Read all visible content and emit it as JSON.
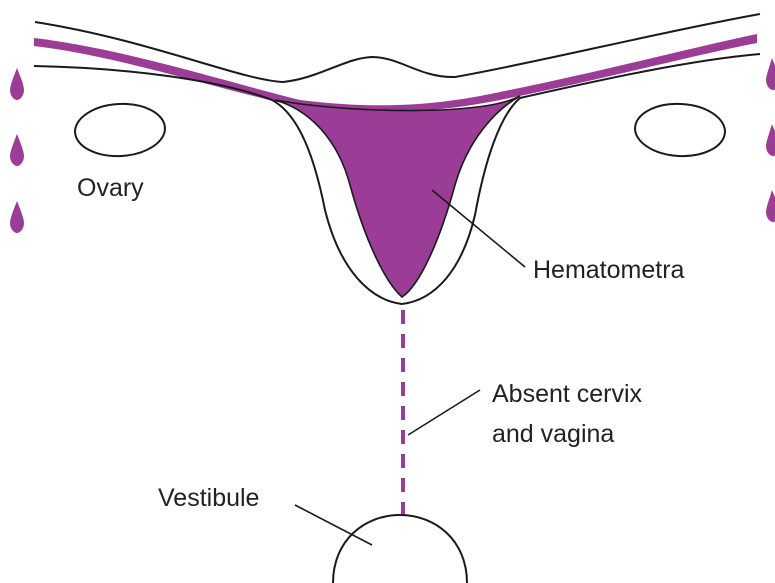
{
  "labels": {
    "ovary": "Ovary",
    "hematometra": "Hematometra",
    "absent_line1": "Absent cervix",
    "absent_line2": "and vagina",
    "vestibule": "Vestibule"
  },
  "colors": {
    "blood": "#9b3d96",
    "outline": "#1a1a1a",
    "text": "#222222"
  }
}
